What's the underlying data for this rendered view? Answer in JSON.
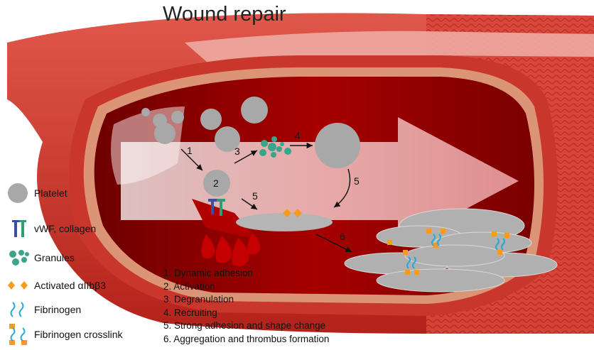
{
  "title": "Wound repair",
  "legend": [
    {
      "label": "Platelet",
      "icon": "platelet-icon"
    },
    {
      "label": "vWF, collagen",
      "icon": "vwf-collagen-icon"
    },
    {
      "label": "Granules",
      "icon": "granules-icon"
    },
    {
      "label": "Activated αIIbβ3",
      "icon": "integrin-icon"
    },
    {
      "label": "Fibrinogen",
      "icon": "fibrinogen-icon"
    },
    {
      "label": "Fibrinogen crosslink",
      "icon": "fibrinogen-crosslink-icon"
    }
  ],
  "steps": [
    "1. Dynamic adhesion",
    "2. Activation",
    "3. Degranulation",
    "4. Recruiting",
    "5. Strong adhesion and shape change",
    "6. Aggregation and thrombus formation"
  ],
  "step_numbers": [
    "1",
    "2",
    "3",
    "4",
    "5",
    "5",
    "6"
  ],
  "colors": {
    "vessel_wall": "#c62828",
    "vessel_inner": "#8b0000",
    "blood": "#b71c1c",
    "platelet": "#a8a8a8",
    "granule": "#3aa58a",
    "integrin": "#f59b1f",
    "fibrinogen": "#2aa8d8",
    "vwf": "#3a4fa0",
    "collagen": "#2e9e72",
    "arrow": "#e9b6b6"
  }
}
